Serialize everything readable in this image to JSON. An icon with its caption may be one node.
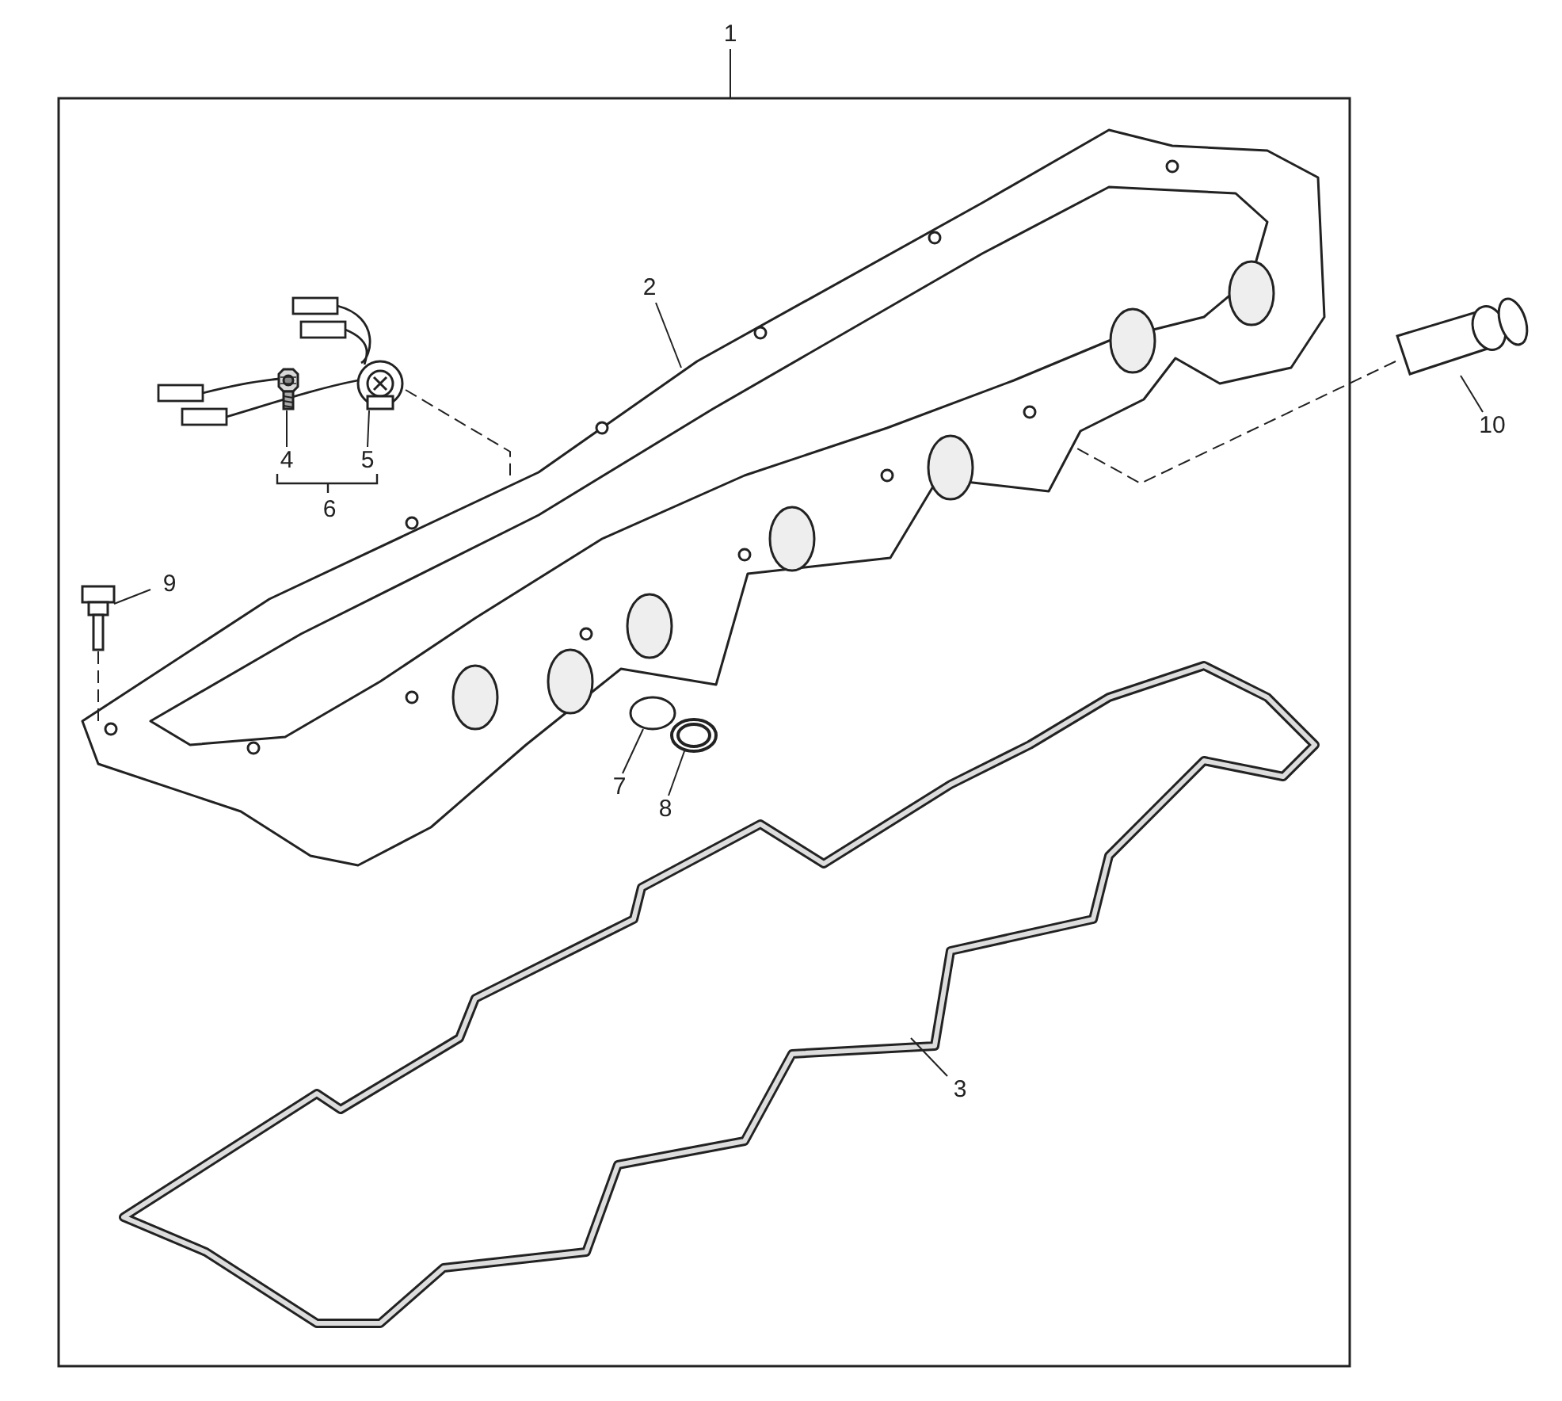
{
  "diagram": {
    "nodes": [
      {
        "text": [
          "1"
        ]
      },
      {
        "text": [
          "2"
        ]
      },
      {
        "text": [
          "3"
        ]
      },
      {
        "text": [
          "4"
        ]
      },
      {
        "text": [
          "5"
        ]
      },
      {
        "text": [
          "6"
        ]
      },
      {
        "text": [
          "7"
        ]
      },
      {
        "text": [
          "8"
        ]
      },
      {
        "text": [
          "9"
        ]
      },
      {
        "text": [
          "10"
        ]
      },
      {
        "text": [],
        "shape": "picture"
      },
      {
        "text": [],
        "shape": "picture"
      },
      {
        "text": [],
        "shape": "picture"
      },
      {
        "text": [],
        "shape": "picture"
      },
      {
        "text": [],
        "shape": "circle"
      },
      {
        "text": [],
        "shape": "picture"
      },
      {
        "text": [],
        "shape": "picture"
      },
      {
        "text": [],
        "shape": "picture"
      }
    ],
    "edges": [
      {
        "from": 0,
        "to": null,
        "arrow": "none"
      },
      {
        "from": 1,
        "to": 10,
        "arrow": "none"
      },
      {
        "from": 2,
        "to": 11,
        "arrow": "none"
      },
      {
        "from": 3,
        "to": 12,
        "arrow": "none"
      },
      {
        "from": 4,
        "to": 13,
        "arrow": "none"
      },
      {
        "from": 6,
        "to": 14,
        "arrow": "none"
      },
      {
        "from": 7,
        "to": 15,
        "arrow": "none"
      },
      {
        "from": 8,
        "to": 16,
        "arrow": "none"
      },
      {
        "from": 9,
        "to": 17,
        "arrow": "none"
      },
      {
        "from": 13,
        "to": 10,
        "arrow": "none",
        "style": "dashed"
      },
      {
        "from": 17,
        "to": 10,
        "arrow": "none",
        "style": "dashed"
      },
      {
        "from": 16,
        "to": 10,
        "arrow": "none",
        "style": "dashed"
      }
    ]
  }
}
